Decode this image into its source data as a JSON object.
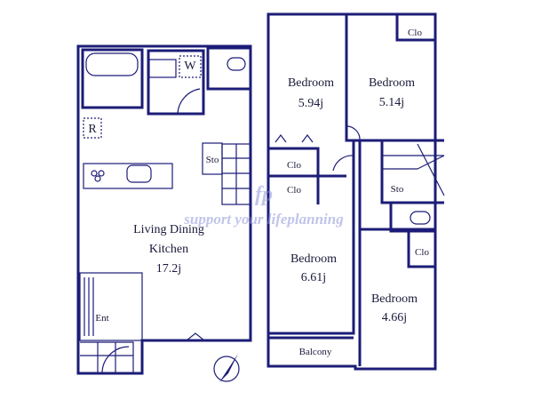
{
  "floor1": {
    "ldk": {
      "line1": "Living Dining",
      "line2": "Kitchen",
      "size": "17.2j"
    },
    "washer": "W",
    "refrigerator": "R",
    "storage": "Sto",
    "entrance": "Ent"
  },
  "floor2": {
    "bed1": {
      "label": "Bedroom",
      "size": "5.94j"
    },
    "bed2": {
      "label": "Bedroom",
      "size": "5.14j"
    },
    "bed3": {
      "label": "Bedroom",
      "size": "6.61j"
    },
    "bed4": {
      "label": "Bedroom",
      "size": "4.66j"
    },
    "closet": "Clo",
    "storage": "Sto",
    "balcony": "Balcony"
  },
  "watermark": {
    "logo": "fp",
    "tagline": "support your lifeplanning"
  },
  "colors": {
    "wall": "#1c1c78"
  }
}
